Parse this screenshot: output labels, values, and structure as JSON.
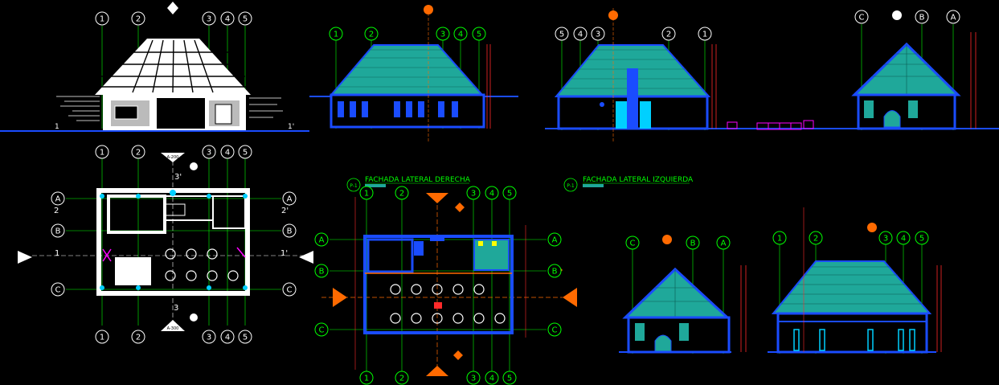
{
  "drawing": {
    "background": "#000000",
    "colors": {
      "grid": "#00ff00",
      "wall": "#1a4cff",
      "roof_fill": "#1fa89a",
      "white": "#ffffff",
      "orange": "#ff6a00",
      "red": "#ff2a2a",
      "magenta": "#ff00ff",
      "yellow": "#ffff00",
      "cyan": "#00d0ff"
    },
    "titles": {
      "right_facade_code": "P-1",
      "right_facade": "FACHADA LATERAL DERECHA",
      "left_facade_code": "P-1",
      "left_facade": "FACHADA LATERAL IZQUIERDA"
    },
    "axes": {
      "front_elevation": [
        "1",
        "2",
        "3",
        "4",
        "5"
      ],
      "right_elevation": [
        "1",
        "2",
        "3",
        "4",
        "5"
      ],
      "left_elevation": [
        "5",
        "4",
        "3",
        "2",
        "1"
      ],
      "end_elevation": [
        "C",
        "B",
        "A"
      ],
      "plan_top": [
        "1",
        "2",
        "3",
        "4",
        "5"
      ],
      "plan_rows": [
        "A",
        "B",
        "C"
      ],
      "plan2_bottom": [
        "1",
        "2",
        "3",
        "4",
        "5"
      ],
      "section_end": [
        "C",
        "B",
        "A"
      ],
      "section_long": [
        "1",
        "2",
        "3",
        "4",
        "5"
      ]
    },
    "section_marks": {
      "num1": "1",
      "num1_prime": "1'",
      "num2": "2",
      "num2_prime": "2'",
      "num3": "3",
      "num3_prime": "3'",
      "sheet_a": "A-200",
      "sheet_b": "A-300"
    }
  }
}
